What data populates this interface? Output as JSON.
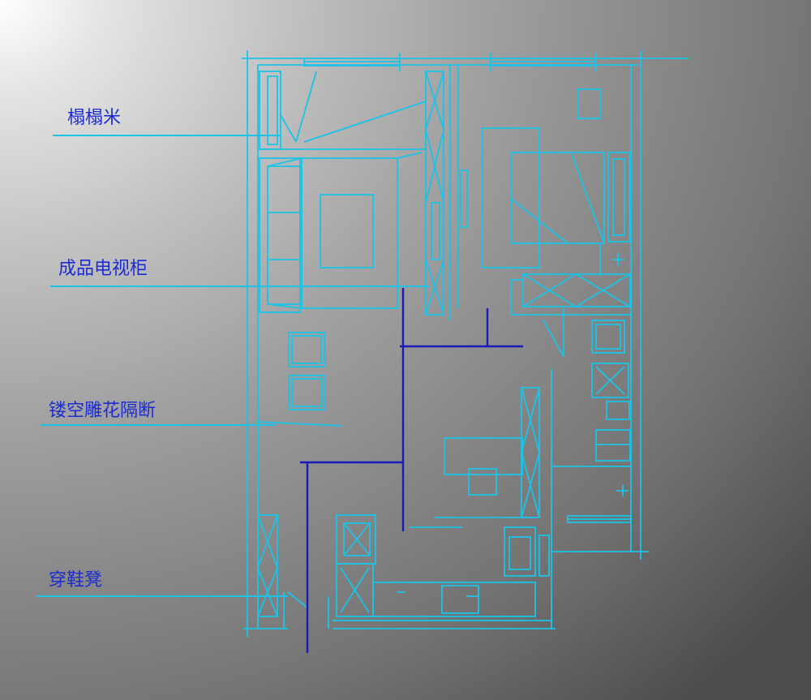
{
  "colors": {
    "background_light": "#ffffff",
    "background_dark": "#4c4c4c",
    "plan_lines": "#1cc3e6",
    "partition_lines": "#1a1ab8",
    "label_text": "#1c2bd0"
  },
  "annotations": [
    {
      "key": "tatami",
      "text": "榻榻米"
    },
    {
      "key": "tv_cabinet",
      "text": "成品电视柜"
    },
    {
      "key": "carved_partition",
      "text": "镂空雕花隔断"
    },
    {
      "key": "shoe_bench",
      "text": "穿鞋凳"
    }
  ]
}
